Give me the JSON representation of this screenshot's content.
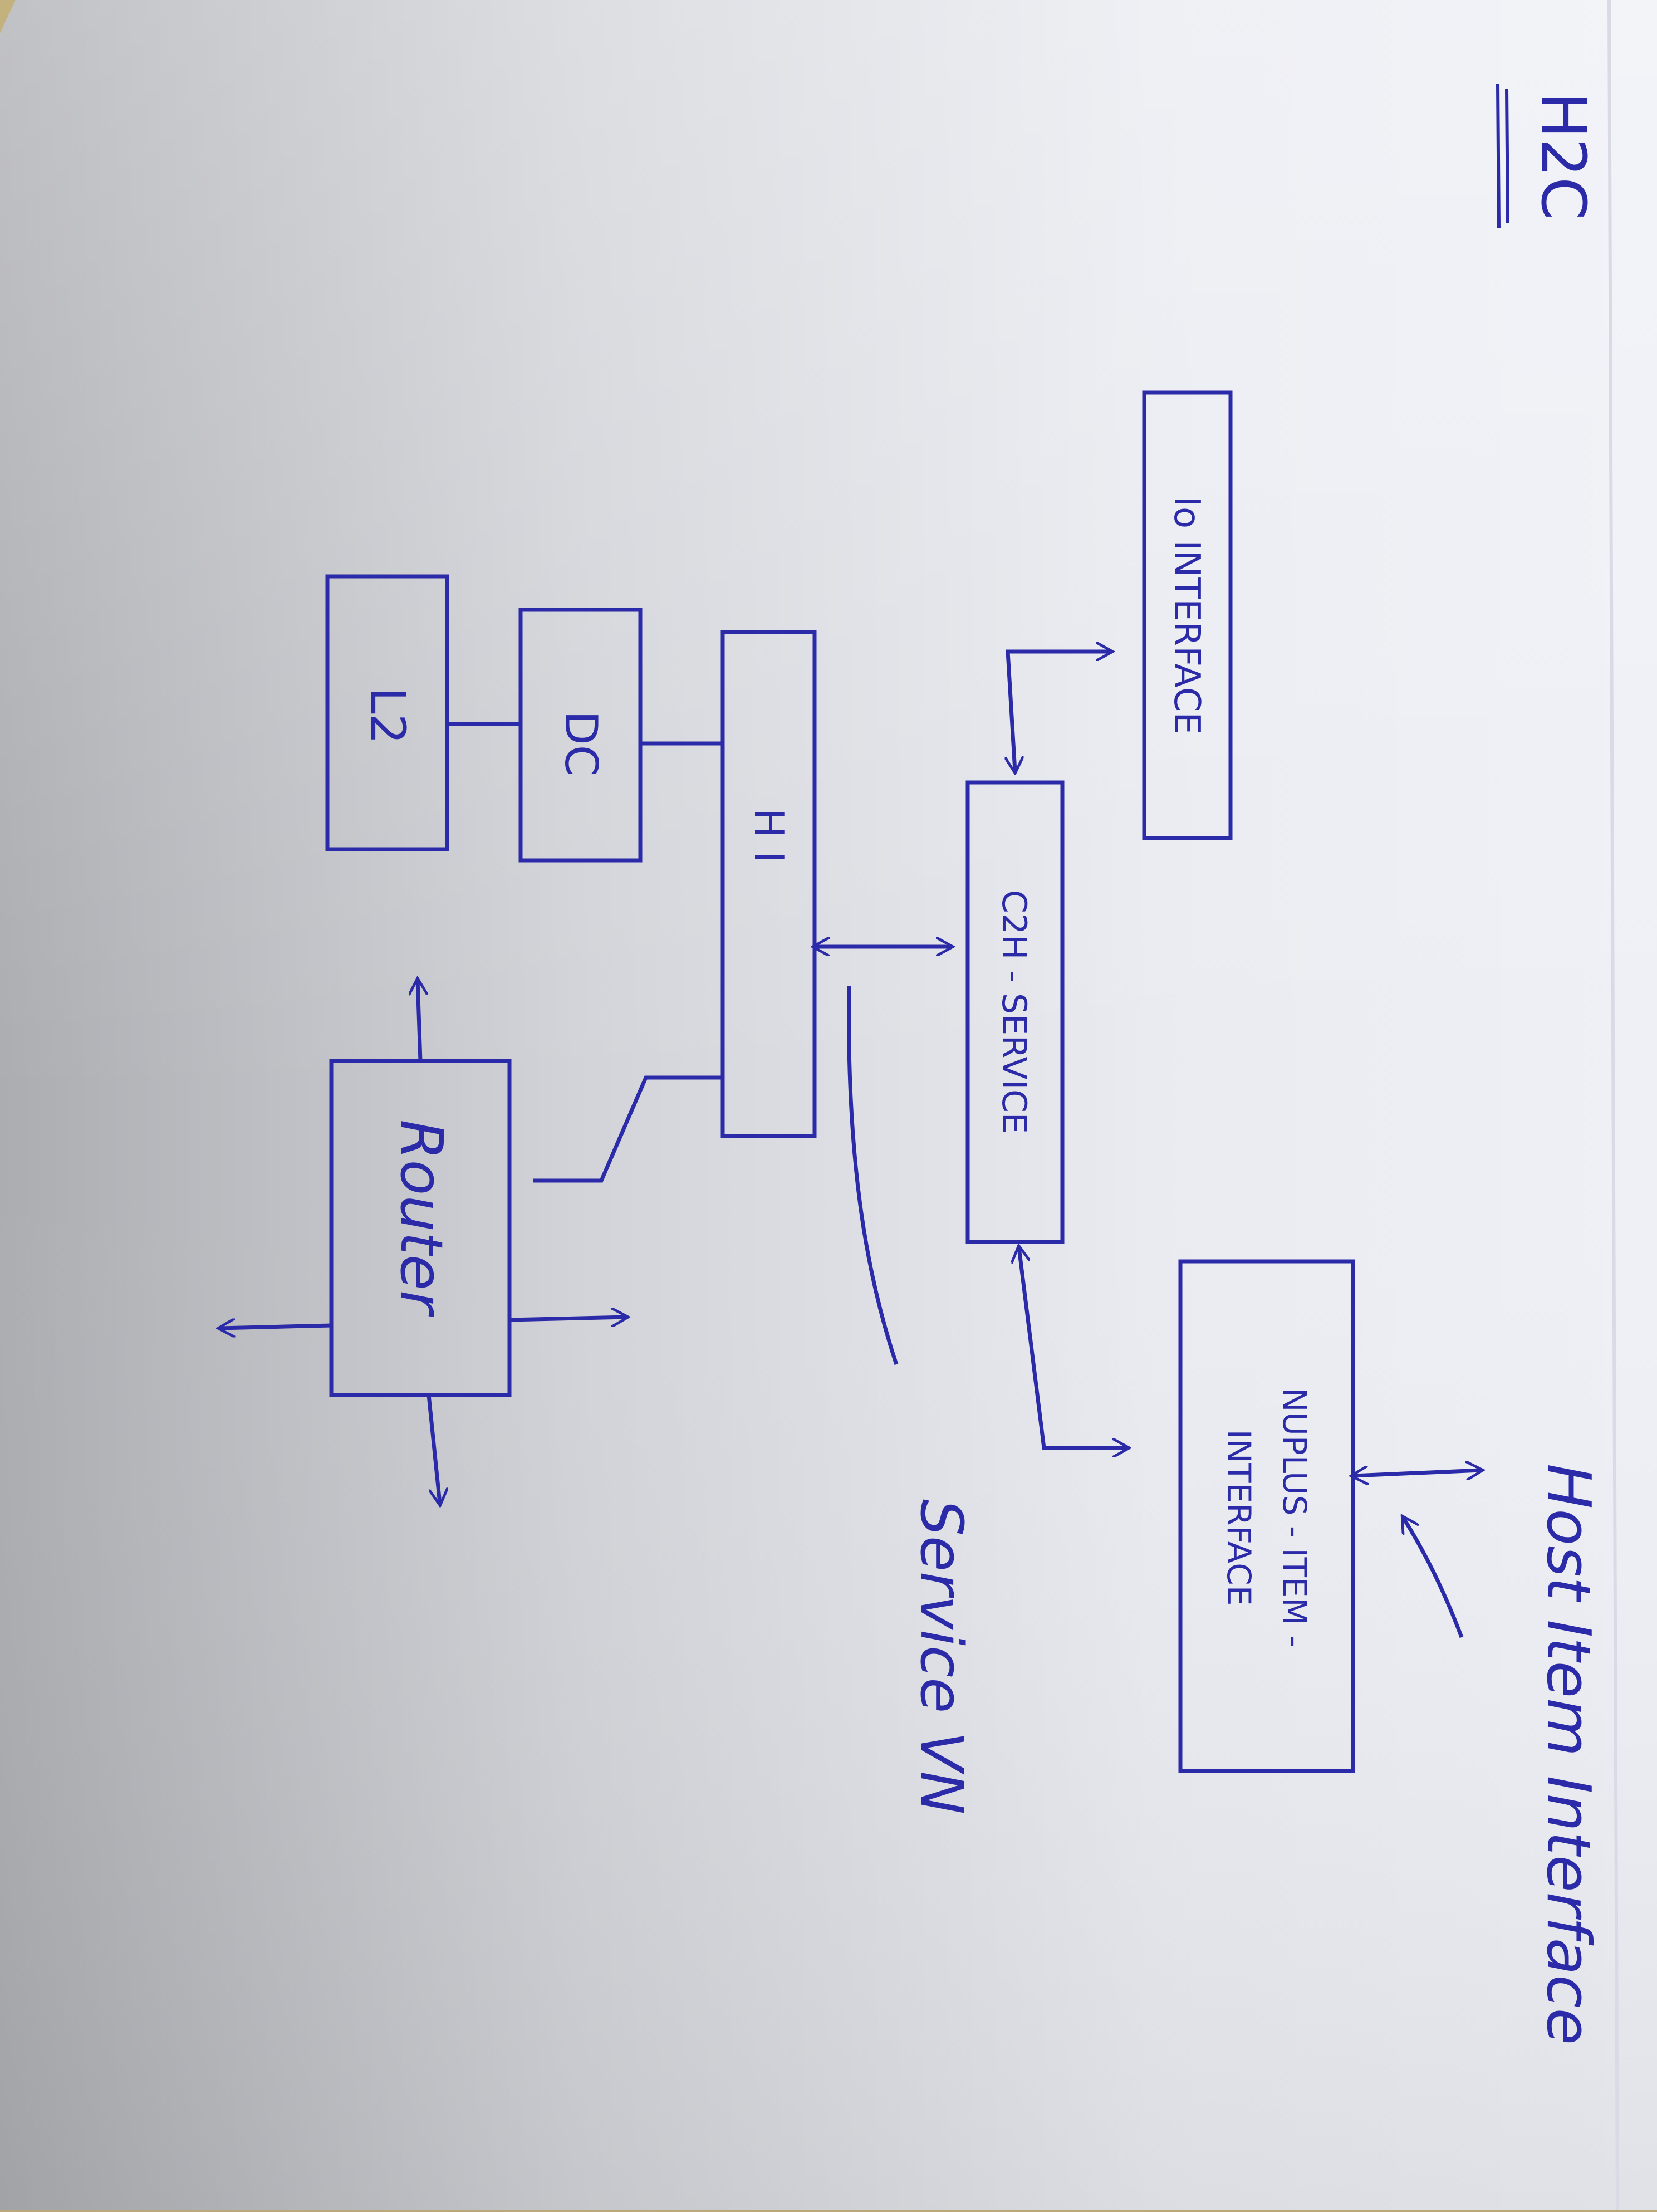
{
  "colors": {
    "ink": "#2b2aa8",
    "paper": "#eef0f6",
    "paper_shadow": "#d6d9e4",
    "desk": "#c4b27e"
  },
  "diagram": {
    "corner_title": "H2C",
    "blocks": {
      "io_interface": "Io INTERFACE",
      "c2h_service": "C2H - SERVICE",
      "hi": "H I",
      "dc": "DC",
      "l2": "L2",
      "router": "Router",
      "nuplus_interface_line1": "NUPLUS - ITEM -",
      "nuplus_interface_line2": "INTERFACE"
    },
    "annotations": {
      "host_item_interface": "Host Item Interface",
      "service_vn": "Service VN"
    }
  }
}
